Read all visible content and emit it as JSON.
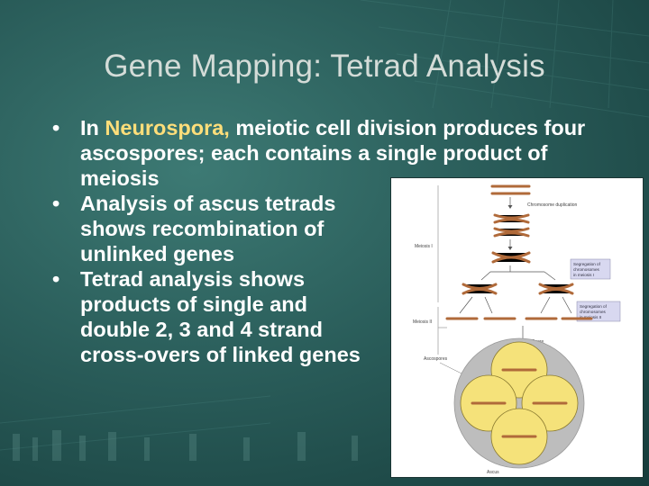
{
  "slide": {
    "title": "Gene Mapping: Tetrad Analysis",
    "bullets": [
      {
        "prefix": "In ",
        "highlight": "Neurospora,",
        "rest": " meiotic cell division produces four ascospores; each contains a single product of meiosis"
      },
      {
        "text": "Analysis of ascus tetrads shows  recombination  of unlinked genes"
      },
      {
        "text": "Tetrad analysis shows products of single and double  2, 3 and 4 strand cross-overs of linked genes"
      }
    ],
    "highlight_color": "#ffde7a"
  },
  "figure": {
    "labels": {
      "chromosome_duplication": "Chromosome duplication",
      "meiosis_1": "Meiosis I",
      "segregation_1": "Segregation of chromosomes in meiosis I",
      "meiosis_2": "Meiosis II",
      "segregation_2": "Segregation of chromosomes in meiosis II",
      "spore_formation": "Spore formation",
      "ascospores": "Ascospores",
      "ascus": "Ascus"
    },
    "colors": {
      "chromosome": "#b06a3a",
      "spore": "#f5e27a",
      "ascus": "#bdbdbd",
      "label_box": "#d8d8f0"
    }
  }
}
